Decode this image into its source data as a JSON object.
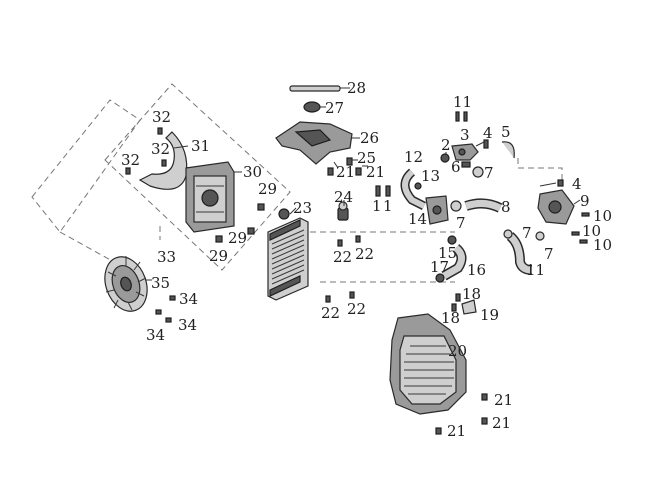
{
  "diagram": {
    "labels": [
      {
        "id": "l28",
        "text": "28"
      },
      {
        "id": "l27",
        "text": "27"
      },
      {
        "id": "l26",
        "text": "26"
      },
      {
        "id": "l25",
        "text": "25"
      },
      {
        "id": "l21a",
        "text": "21"
      },
      {
        "id": "l21b",
        "text": "21"
      },
      {
        "id": "l24",
        "text": "24"
      },
      {
        "id": "l11a",
        "text": "11"
      },
      {
        "id": "l1a",
        "text": "1"
      },
      {
        "id": "l1b",
        "text": "1"
      },
      {
        "id": "l2",
        "text": "2"
      },
      {
        "id": "l3",
        "text": "3"
      },
      {
        "id": "l4",
        "text": "4"
      },
      {
        "id": "l5",
        "text": "5"
      },
      {
        "id": "l6",
        "text": "6"
      },
      {
        "id": "l7a",
        "text": "7"
      },
      {
        "id": "l12",
        "text": "12"
      },
      {
        "id": "l13",
        "text": "13"
      },
      {
        "id": "l14",
        "text": "14"
      },
      {
        "id": "l7b",
        "text": "7"
      },
      {
        "id": "l8",
        "text": "8"
      },
      {
        "id": "l4b",
        "text": "4"
      },
      {
        "id": "l9",
        "text": "9"
      },
      {
        "id": "l10a",
        "text": "10"
      },
      {
        "id": "l10b",
        "text": "10"
      },
      {
        "id": "l10c",
        "text": "10"
      },
      {
        "id": "l7c",
        "text": "7"
      },
      {
        "id": "l7d",
        "text": "7"
      },
      {
        "id": "l11b",
        "text": "11"
      },
      {
        "id": "l15",
        "text": "15"
      },
      {
        "id": "l17",
        "text": "17"
      },
      {
        "id": "l16",
        "text": "16"
      },
      {
        "id": "l18a",
        "text": "18"
      },
      {
        "id": "l18b",
        "text": "18"
      },
      {
        "id": "l19",
        "text": "19"
      },
      {
        "id": "l20",
        "text": "20"
      },
      {
        "id": "l21c",
        "text": "21"
      },
      {
        "id": "l21d",
        "text": "21"
      },
      {
        "id": "l21e",
        "text": "21"
      },
      {
        "id": "l23",
        "text": "23"
      },
      {
        "id": "l22a",
        "text": "22"
      },
      {
        "id": "l22b",
        "text": "22"
      },
      {
        "id": "l22c",
        "text": "22"
      },
      {
        "id": "l22d",
        "text": "22"
      },
      {
        "id": "l32a",
        "text": "32"
      },
      {
        "id": "l32b",
        "text": "32"
      },
      {
        "id": "l32c",
        "text": "32"
      },
      {
        "id": "l31",
        "text": "31"
      },
      {
        "id": "l30",
        "text": "30"
      },
      {
        "id": "l29a",
        "text": "29"
      },
      {
        "id": "l29b",
        "text": "29"
      },
      {
        "id": "l29c",
        "text": "29"
      },
      {
        "id": "l33",
        "text": "33"
      },
      {
        "id": "l35",
        "text": "35"
      },
      {
        "id": "l34a",
        "text": "34"
      },
      {
        "id": "l34b",
        "text": "34"
      },
      {
        "id": "l34c",
        "text": "34"
      }
    ]
  }
}
